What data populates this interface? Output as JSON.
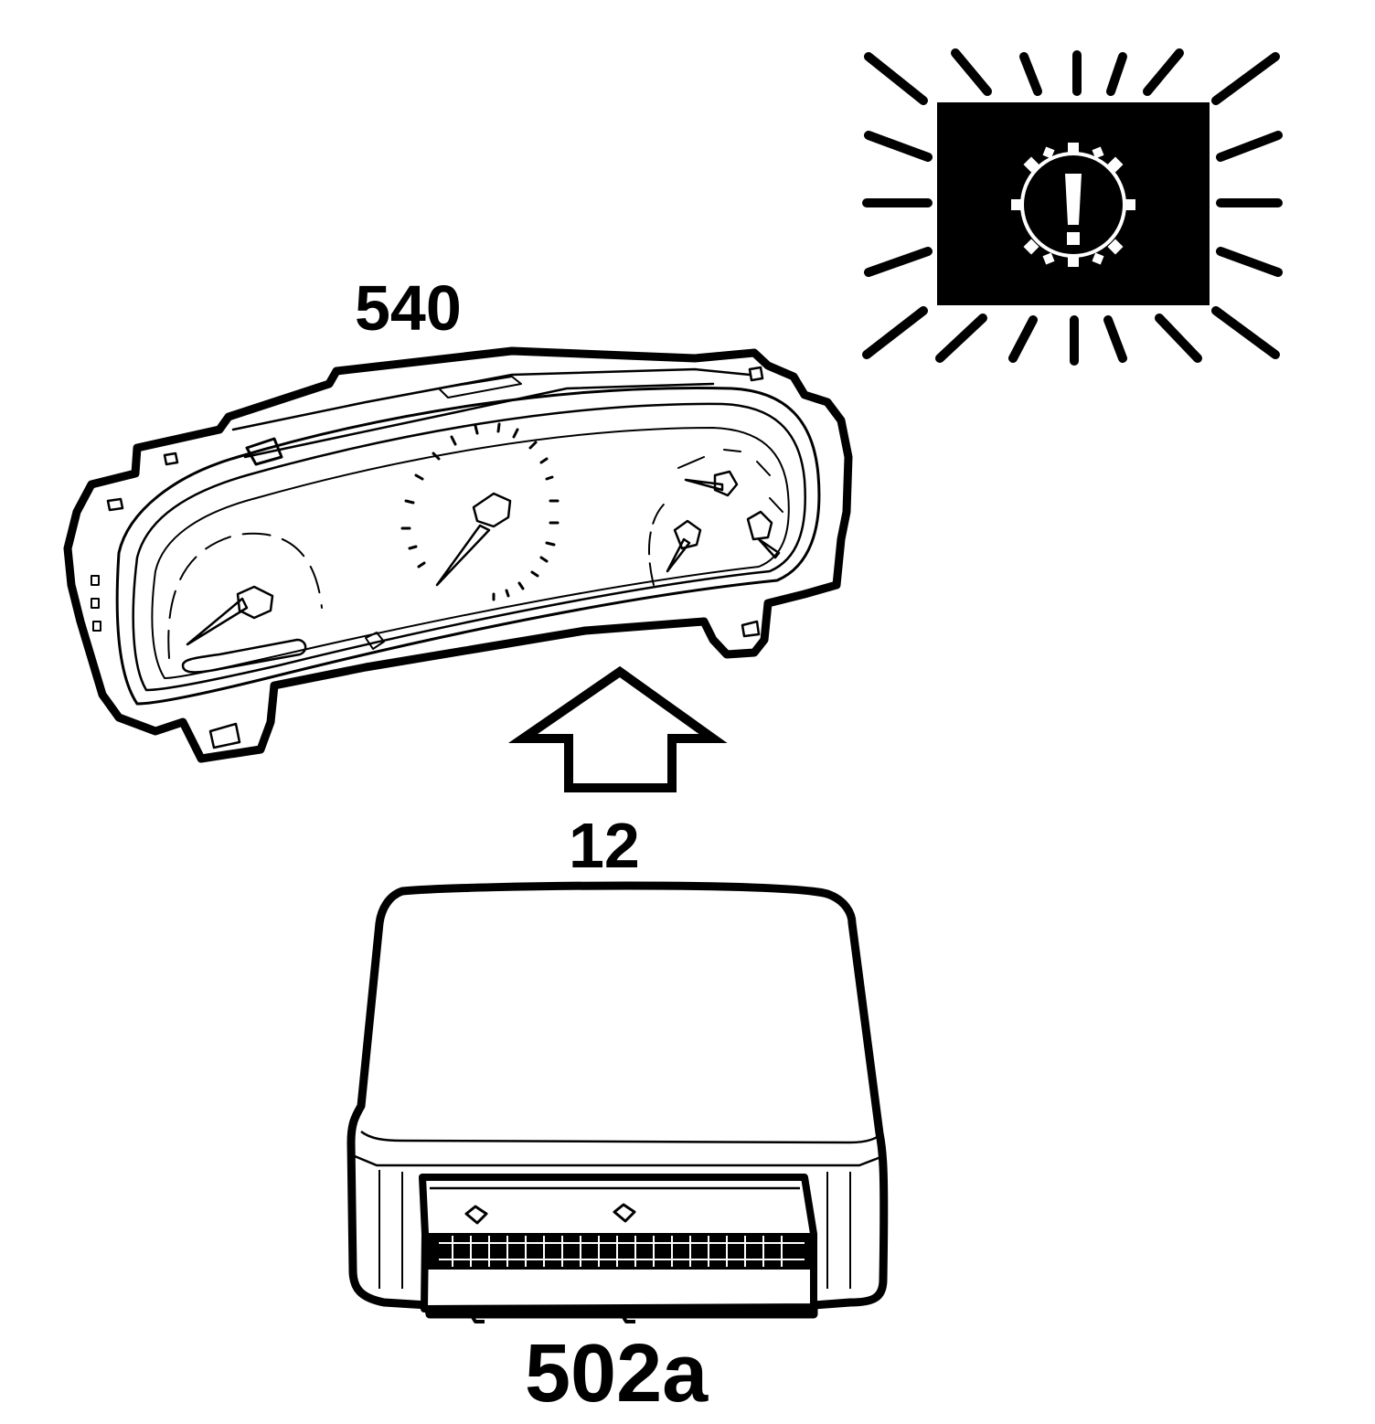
{
  "labels": {
    "instrument_cluster": "540",
    "signal_link": "12",
    "control_module": "502a"
  },
  "colors": {
    "ink": "#000000",
    "paper": "#ffffff"
  },
  "icons": {
    "warning_lamp": "gear-exclamation-warning-icon",
    "signal_arrow": "up-arrow-icon"
  }
}
